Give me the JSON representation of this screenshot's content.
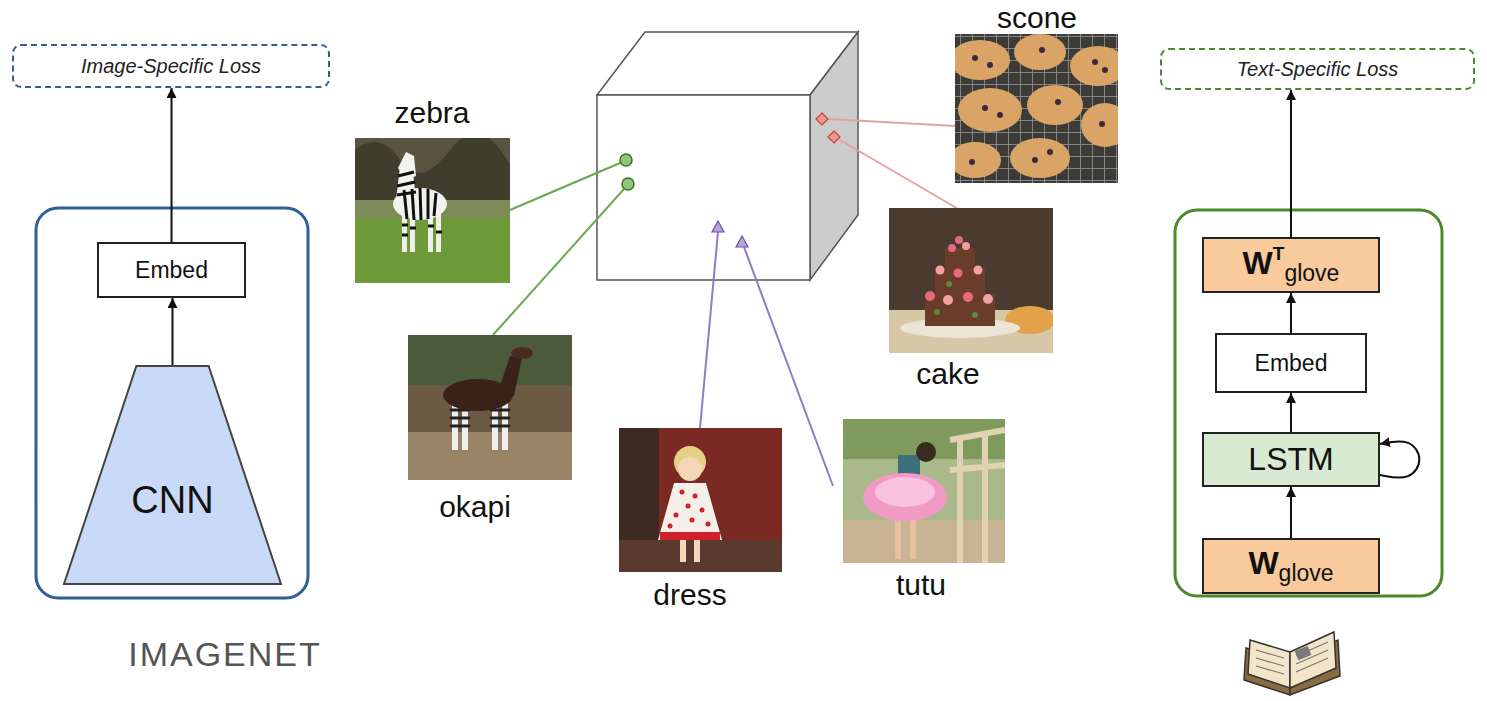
{
  "diagram": {
    "nodes": [
      {
        "text": [
          "Image-Specific Loss"
        ]
      },
      {
        "text": [
          "Embed"
        ]
      },
      {
        "text": [
          "CNN"
        ]
      },
      {
        "text": [
          "Text-Specific Loss"
        ]
      },
      {
        "text": [
          "W",
          "T",
          "glove"
        ]
      },
      {
        "text": [
          "Embed"
        ]
      },
      {
        "text": [
          "LSTM"
        ]
      },
      {
        "text": [
          "W",
          "glove"
        ]
      }
    ],
    "edges": [
      {
        "from": 2,
        "to": 1,
        "arrow": "to"
      },
      {
        "from": 1,
        "to": 0,
        "arrow": "to"
      },
      {
        "from": 7,
        "to": 6,
        "arrow": "to"
      },
      {
        "from": 6,
        "to": 5,
        "arrow": "to"
      },
      {
        "from": 5,
        "to": 4,
        "arrow": "to"
      },
      {
        "from": 4,
        "to": 3,
        "arrow": "to"
      },
      {
        "from": 6,
        "to": 6,
        "arrow": "to"
      }
    ],
    "labels": [
      "zebra",
      "okapi",
      "dress",
      "tutu",
      "cake",
      "scone",
      "IMAGENET"
    ]
  }
}
